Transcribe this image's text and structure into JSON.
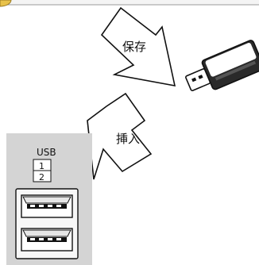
{
  "labels": {
    "save": "保存",
    "insert": "挿入",
    "usb": "USB",
    "port1": "1",
    "port2": "2"
  },
  "colors": {
    "panel": "#d4d4d4",
    "stick_body": "#2a2a2a",
    "stick_cap": "#ffffff",
    "outline": "#111111"
  },
  "icons": [
    "cd-disc-icon",
    "usb-flash-drive-icon",
    "usb-port-icon"
  ]
}
